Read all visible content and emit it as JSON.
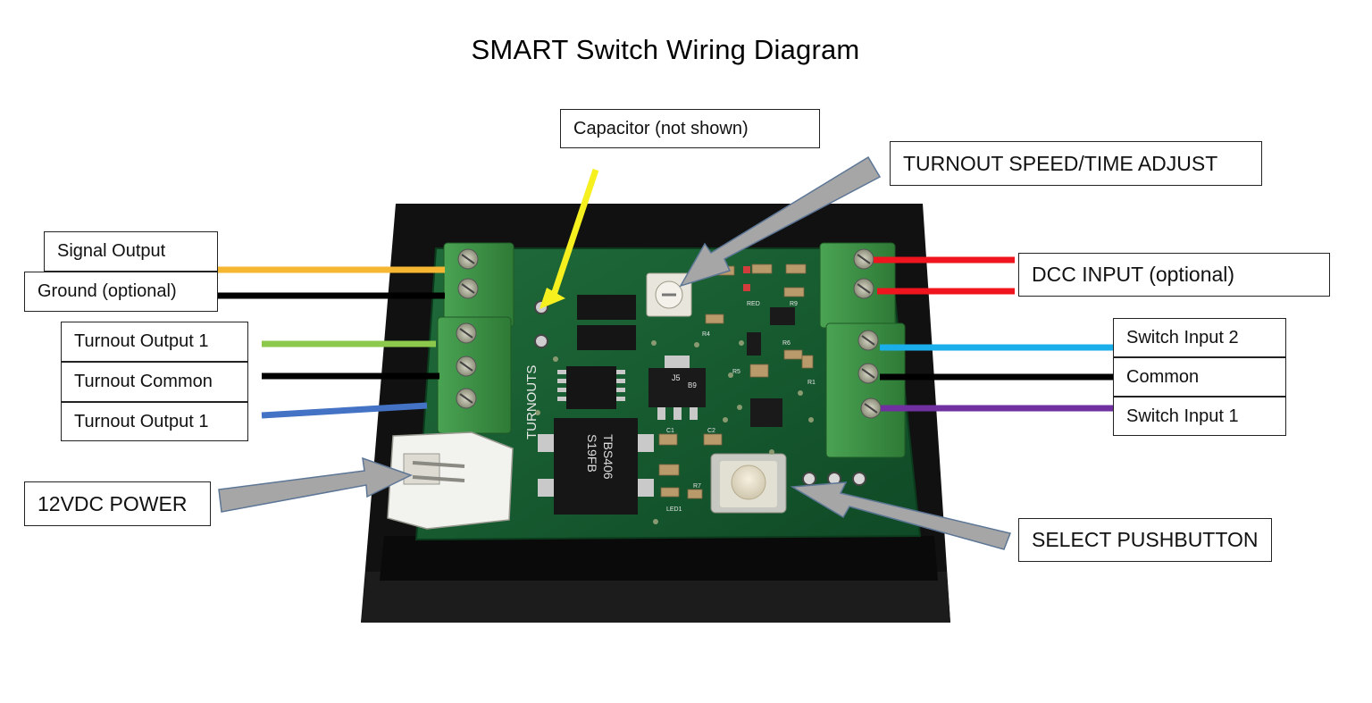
{
  "title": "SMART Switch Wiring Diagram",
  "labels": {
    "capacitor": "Capacitor (not shown)",
    "turnout_speed": "TURNOUT SPEED/TIME ADJUST",
    "signal_output": "Signal Output",
    "ground": "Ground (optional)",
    "turnout_output_1a": "Turnout Output 1",
    "turnout_common": "Turnout Common",
    "turnout_output_1b": "Turnout Output 1",
    "power": "12VDC POWER",
    "dcc_input": "DCC INPUT (optional)",
    "switch_input_2": "Switch Input 2",
    "common": "Common",
    "switch_input_1": "Switch Input 1",
    "select_pushbutton": "SELECT PUSHBUTTON"
  },
  "board_text": {
    "turnouts_silk": "TURNOUTS",
    "j5": "J5",
    "ic_top": "TBS406",
    "ic_bottom": "S19FB",
    "led1": "LED1",
    "red": "RED",
    "r4": "R4",
    "r5": "R5",
    "r6": "R6",
    "r9": "R9",
    "r1": "R1",
    "c1": "C1",
    "c2": "C2",
    "r7": "R7",
    "b9": "B9"
  },
  "wire_colors": {
    "signal": "#f5b731",
    "ground": "#000000",
    "turnout_out_1a": "#8cc84b",
    "turnout_common": "#000000",
    "turnout_out_1b": "#4472c4",
    "dcc": "#f0141e",
    "switch_2": "#1aaeea",
    "common": "#000000",
    "switch_1": "#7030a0",
    "capacitor_arrow": "#f5f01e",
    "pointer_arrows": "#a6a6a6"
  }
}
